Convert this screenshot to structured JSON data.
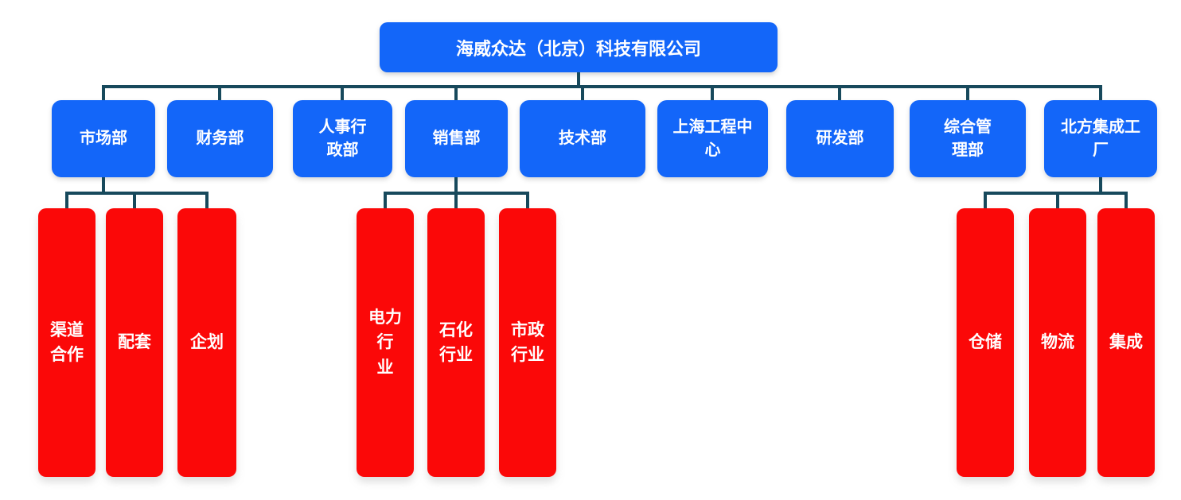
{
  "org": {
    "root_label": "海威众达（北京）科技有限公司",
    "departments": [
      {
        "label": "市场部"
      },
      {
        "label": "财务部"
      },
      {
        "label": "人事行\n政部"
      },
      {
        "label": "销售部"
      },
      {
        "label": "技术部"
      },
      {
        "label": "上海工程中\n心"
      },
      {
        "label": "研发部"
      },
      {
        "label": "综合管\n理部"
      },
      {
        "label": "北方集成工\n厂"
      }
    ],
    "subunits": {
      "marketing": [
        {
          "label": "渠道\n合作"
        },
        {
          "label": "配套"
        },
        {
          "label": "企划"
        }
      ],
      "sales": [
        {
          "label": "电力\n行\n业"
        },
        {
          "label": "石化\n行业"
        },
        {
          "label": "市政\n行业"
        }
      ],
      "factory": [
        {
          "label": "仓储"
        },
        {
          "label": "物流"
        },
        {
          "label": "集成"
        }
      ]
    }
  },
  "colors": {
    "node_blue": "#1366f9",
    "node_red": "#fb0808",
    "connector": "#17495c",
    "node_text": "#ffffff"
  }
}
